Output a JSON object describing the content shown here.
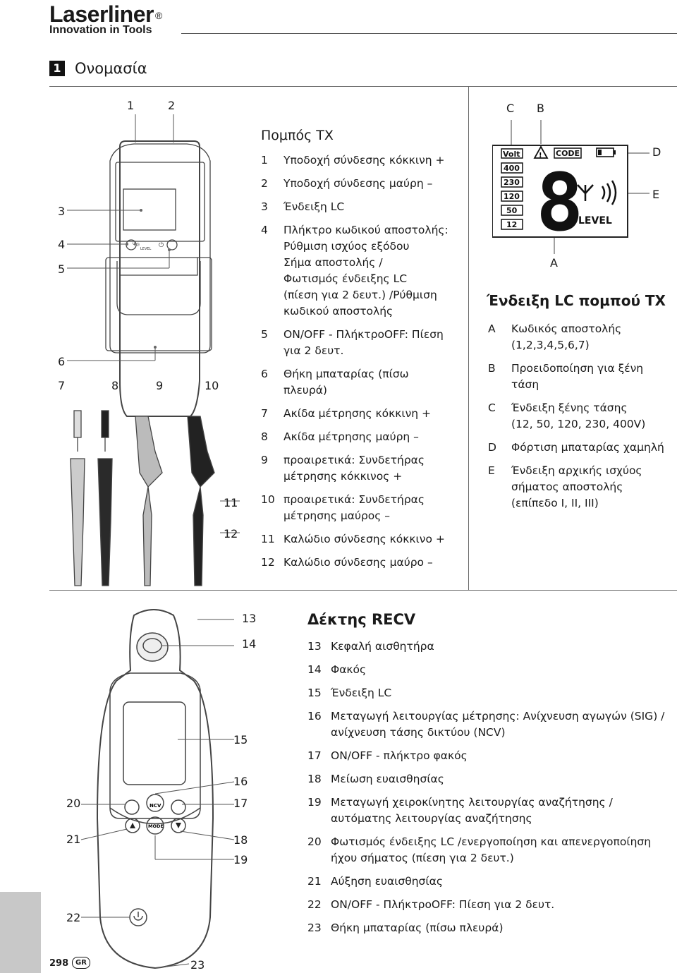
{
  "header": {
    "brand": "Laserliner",
    "reg": "®",
    "tagline": "Innovation in Tools"
  },
  "section": {
    "number": "1",
    "title": "Ονομασία"
  },
  "tx": {
    "title": "Πομπός TX",
    "items": [
      {
        "num": "1",
        "lines": [
          "Υποδοχή σύνδεσης κόκκινη +"
        ]
      },
      {
        "num": "2",
        "lines": [
          "Υποδοχή σύνδεσης μαύρη –"
        ]
      },
      {
        "num": "3",
        "lines": [
          "Ένδειξη LC"
        ]
      },
      {
        "num": "4",
        "lines": [
          "Πλήκτρο κωδικού αποστολής:",
          "Ρύθμιση ισχύος εξόδου",
          "Σήμα αποστολής /",
          "Φωτισμός ένδειξης LC",
          "(πίεση για 2 δευτ.) /Ρύθμιση",
          "κωδικού αποστολής"
        ]
      },
      {
        "num": "5",
        "lines": [
          "ON/OFF - ΠλήκτροOFF: Πίεση",
          "για 2 δευτ."
        ]
      },
      {
        "num": "6",
        "lines": [
          "Θήκη μπαταρίας (πίσω",
          "πλευρά)"
        ]
      },
      {
        "num": "7",
        "lines": [
          "Ακίδα μέτρησης κόκκινη +"
        ]
      },
      {
        "num": "8",
        "lines": [
          "Ακίδα μέτρησης μαύρη –"
        ]
      },
      {
        "num": "9",
        "lines": [
          "προαιρετικά: Συνδετήρας",
          "μέτρησης κόκκινος +"
        ]
      },
      {
        "num": "10",
        "lines": [
          "προαιρετικά: Συνδετήρας",
          "μέτρησης μαύρος –"
        ]
      },
      {
        "num": "11",
        "lines": [
          "Καλώδιο σύνδεσης κόκκινο +"
        ]
      },
      {
        "num": "12",
        "lines": [
          "Καλώδιο σύνδεσης μαύρο –"
        ]
      }
    ],
    "callouts": {
      "c1": "1",
      "c2": "2",
      "c3": "3",
      "c4": "4",
      "c5": "5",
      "c6": "6",
      "c7": "7",
      "c8": "8",
      "c9": "9",
      "c10": "10",
      "c11": "11",
      "c12": "12"
    },
    "device_labels": {
      "code_icon": "Ψ◎",
      "level": "LEVEL",
      "power": "⏻"
    }
  },
  "lcd": {
    "title": "Ένδειξη LC πομπού TX",
    "callouts": {
      "a": "A",
      "b": "B",
      "c": "C",
      "d": "D",
      "e": "E"
    },
    "display": {
      "volt": "Volt",
      "v400": "400",
      "v230": "230",
      "v120": "120",
      "v50": "50",
      "v12": "12",
      "code": "CODE",
      "level": "LEVEL",
      "digit": "8"
    },
    "items": [
      {
        "num": "A",
        "lines": [
          "Κωδικός αποστολής",
          "(1,2,3,4,5,6,7)"
        ]
      },
      {
        "num": "B",
        "lines": [
          "Προειδοποίηση για ξένη",
          "τάση"
        ]
      },
      {
        "num": "C",
        "lines": [
          "Ένδειξη ξένης τάσης",
          "(12, 50, 120, 230, 400V)"
        ]
      },
      {
        "num": "D",
        "lines": [
          "Φόρτιση μπαταρίας χαμηλή"
        ]
      },
      {
        "num": "E",
        "lines": [
          "Ένδειξη αρχικής ισχύος",
          "σήματος αποστολής",
          "(επίπεδο I, II, III)"
        ]
      }
    ]
  },
  "rx": {
    "title": "Δέκτης RECV",
    "items": [
      {
        "num": "13",
        "lines": [
          "Κεφαλή αισθητήρα"
        ]
      },
      {
        "num": "14",
        "lines": [
          "Φακός"
        ]
      },
      {
        "num": "15",
        "lines": [
          "Ένδειξη LC"
        ]
      },
      {
        "num": "16",
        "lines": [
          "Μεταγωγή λειτουργίας μέτρησης: Ανίχνευση αγωγών (SIG) /",
          "ανίχνευση τάσης δικτύου (NCV)"
        ]
      },
      {
        "num": "17",
        "lines": [
          "ON/OFF - πλήκτρο φακός"
        ]
      },
      {
        "num": "18",
        "lines": [
          "Μείωση ευαισθησίας"
        ]
      },
      {
        "num": "19",
        "lines": [
          "Μεταγωγή χειροκίνητης λειτουργίας αναζήτησης /",
          "αυτόματης λειτουργίας αναζήτησης"
        ]
      },
      {
        "num": "20",
        "lines": [
          "Φωτισμός ένδειξης LC /ενεργοποίηση και απενεργοποίηση",
          "ήχου σήματος (πίεση για 2 δευτ.)"
        ]
      },
      {
        "num": "21",
        "lines": [
          "Αύξηση ευαισθησίας"
        ]
      },
      {
        "num": "22",
        "lines": [
          "ON/OFF - ΠλήκτροOFF: Πίεση για 2 δευτ."
        ]
      },
      {
        "num": "23",
        "lines": [
          "Θήκη μπαταρίας (πίσω πλευρά)"
        ]
      }
    ],
    "callouts": {
      "c13": "13",
      "c14": "14",
      "c15": "15",
      "c16": "16",
      "c17": "17",
      "c18": "18",
      "c19": "19",
      "c20": "20",
      "c21": "21",
      "c22": "22",
      "c23": "23"
    },
    "device_labels": {
      "ncv": "NCV",
      "mode": "MODE"
    }
  },
  "footer": {
    "page": "298",
    "lang": "GR"
  }
}
